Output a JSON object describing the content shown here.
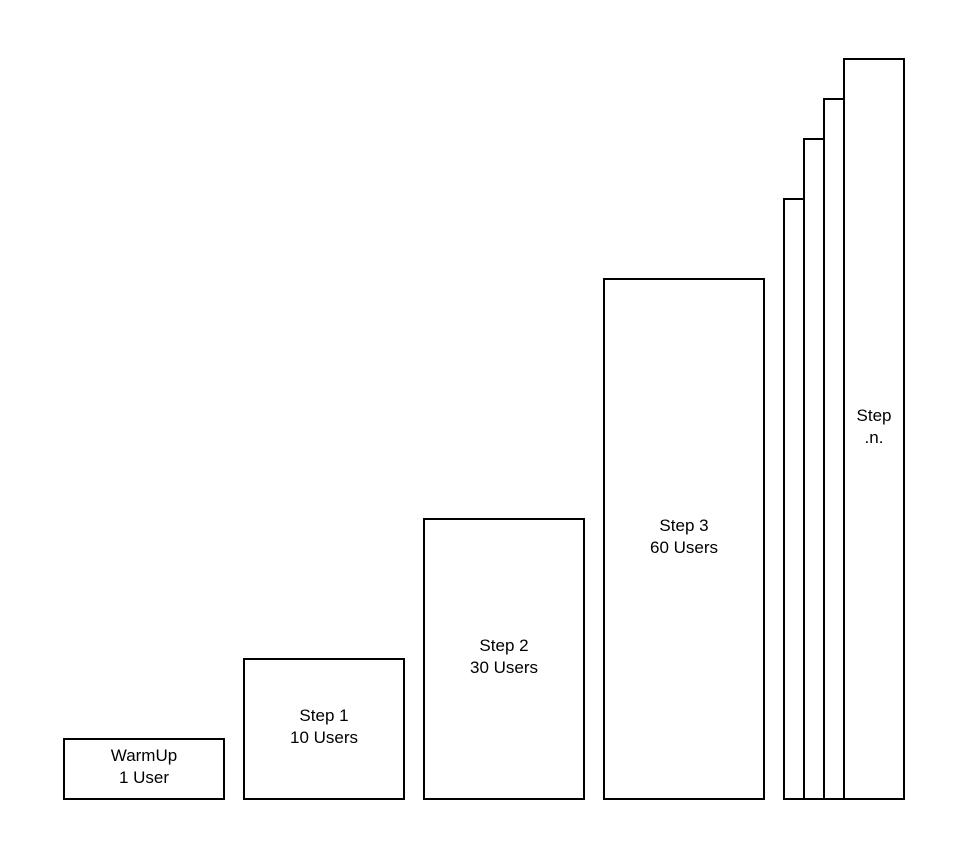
{
  "diagram": {
    "steps": [
      {
        "name": "WarmUp",
        "users": "1 User"
      },
      {
        "name": "Step 1",
        "users": "10 Users"
      },
      {
        "name": "Step 2",
        "users": "30 Users"
      },
      {
        "name": "Step 3",
        "users": "60 Users"
      },
      {
        "name": "Step",
        "users": ".n."
      }
    ]
  }
}
